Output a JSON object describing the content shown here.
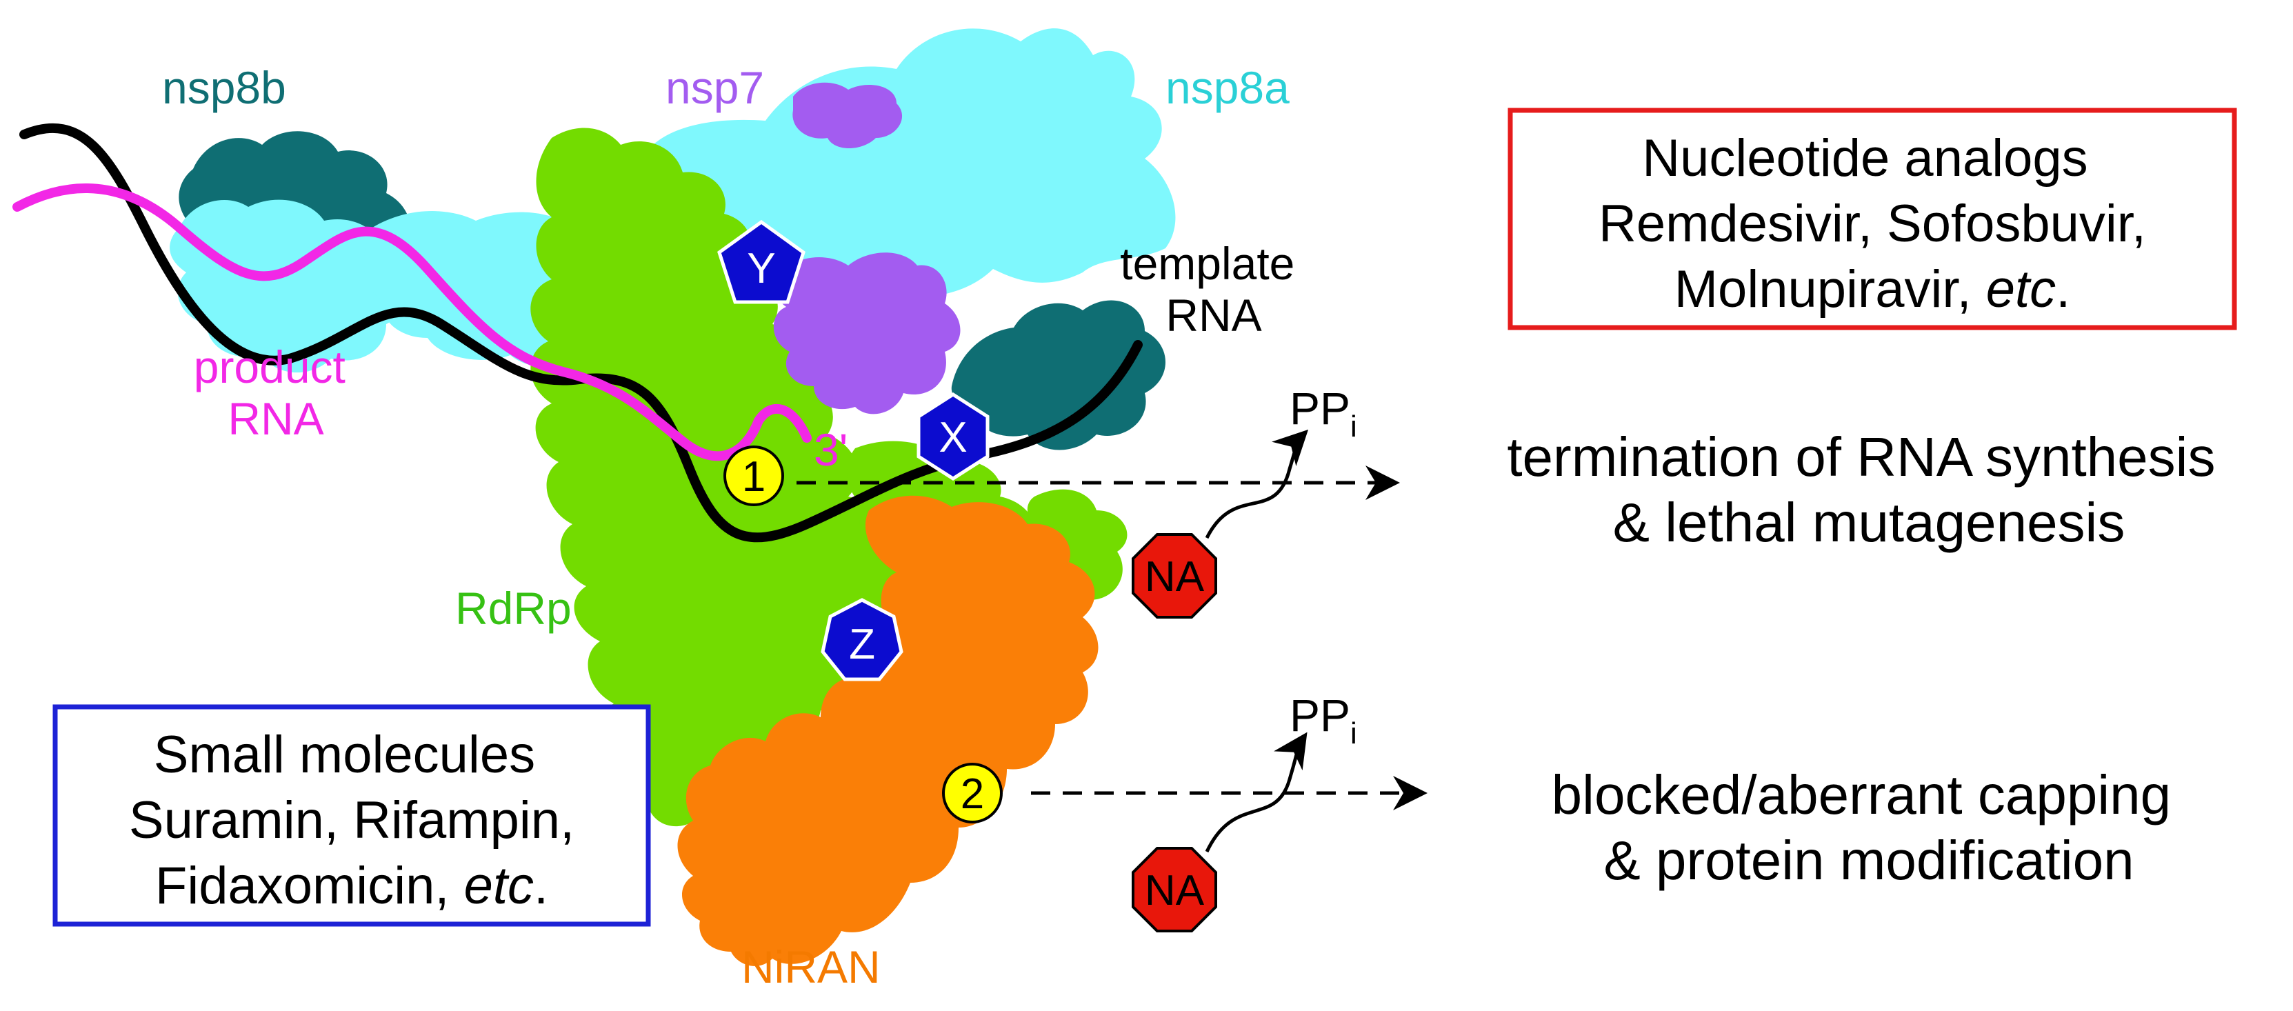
{
  "labels": {
    "nsp8b": "nsp8b",
    "nsp7": "nsp7",
    "nsp8a": "nsp8a",
    "template_line1": "template",
    "template_line2": "RNA",
    "product_line1": "product",
    "product_line2": "RNA",
    "three_prime": "3'",
    "rdrp": "RdRp",
    "niran": "NiRAN"
  },
  "sites": {
    "site1": "1",
    "site2": "2",
    "x": "X",
    "y": "Y",
    "z": "Z",
    "na": "NA"
  },
  "ppi": {
    "main": "PP",
    "sub": "i"
  },
  "boxes": {
    "nucleotide": {
      "line1": "Nucleotide analogs",
      "line2": "Remdesivir, Sofosbuvir,",
      "line3_plain": "Molnupiravir, ",
      "line3_italic": "etc",
      "line3_end": "."
    },
    "small_molecules": {
      "line1": "Small molecules",
      "line2": "Suramin, Rifampin,",
      "line3_plain": "Fidaxomicin, ",
      "line3_italic": "etc",
      "line3_end": "."
    }
  },
  "outcomes": {
    "o1_line1": "termination of RNA synthesis",
    "o1_line2": "& lethal mutagenesis",
    "o2_line1": "blocked/aberrant capping",
    "o2_line2": "& protein modification"
  },
  "colors": {
    "nsp8a": "#7ff8fd",
    "nsp8b": "#0f6e73",
    "nsp7": "#a35cf0",
    "rdrp": "#73dc00",
    "niran": "#fa7f07",
    "product_rna": "#f227e6",
    "template_rna": "#000000",
    "blue_badge": "#0c0ccf",
    "na_badge": "#e8170b",
    "site_circle": "#ffff00",
    "nucleotide_box_border": "#e61c1c",
    "small_box_border": "#1d22d6",
    "rdrp_label": "#36c113",
    "niran_label": "#f47a00"
  }
}
